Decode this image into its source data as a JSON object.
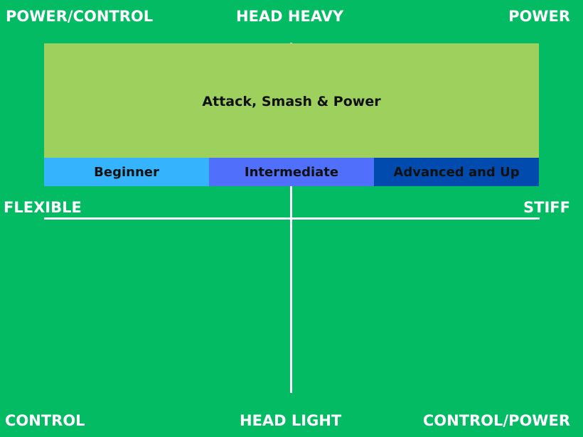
{
  "corners": {
    "top_left": "POWER/CONTROL",
    "top_center": "HEAD HEAVY",
    "top_right": "POWER",
    "mid_left": "FLEXIBLE",
    "mid_right": "STIFF",
    "bottom_left": "CONTROL",
    "bottom_center": "HEAD LIGHT",
    "bottom_right": "CONTROL/POWER"
  },
  "zone": {
    "label": "Attack, Smash & Power",
    "color": "#9ed05e"
  },
  "levels": [
    {
      "label": "Beginner",
      "color": "#35b4fd"
    },
    {
      "label": "Intermediate",
      "color": "#5070fb"
    },
    {
      "label": "Advanced and Up",
      "color": "#004bad"
    }
  ],
  "colors": {
    "background": "#02bb62",
    "axis": "#ffffff",
    "axis_label": "#ffffff"
  }
}
